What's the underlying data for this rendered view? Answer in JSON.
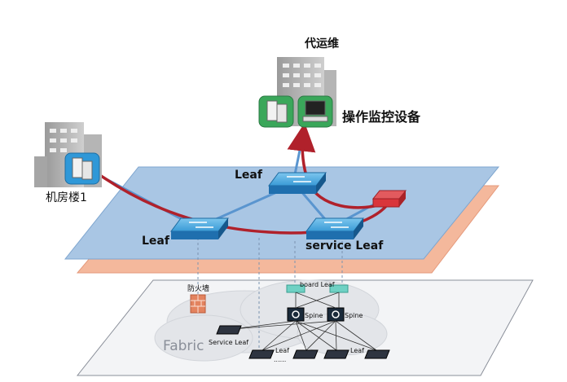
{
  "labels": {
    "ops_building": "代运维",
    "ops_equipment": "操作监控设备",
    "datacenter": "机房楼1",
    "leaf_top": "Leaf",
    "leaf_left": "Leaf",
    "service_leaf_top": "service Leaf",
    "firewall": "防火墙",
    "board_leaf": "board Leaf",
    "spine_1": "Spine",
    "spine_2": "Spine",
    "service_leaf_bottom": "Service Leaf",
    "fabric": "Fabric",
    "leaf_bottom_1": "Leaf",
    "leaf_bottom_2": "Leaf",
    "ellipsis": "......"
  },
  "colors": {
    "upper_plane": "#a9c6e4",
    "middle_plane": "#f4b89c",
    "lower_plane": "#f3f4f6",
    "link_blue": "#5a95cf",
    "path_red": "#b0212b",
    "switch_blue": "#2c8fcf",
    "firewall_red": "#d9353b"
  },
  "icons": [
    "building-icon",
    "server-icon",
    "monitor-icon",
    "switch-icon",
    "firewall-icon",
    "cloud-icon",
    "spine-switch-icon"
  ]
}
